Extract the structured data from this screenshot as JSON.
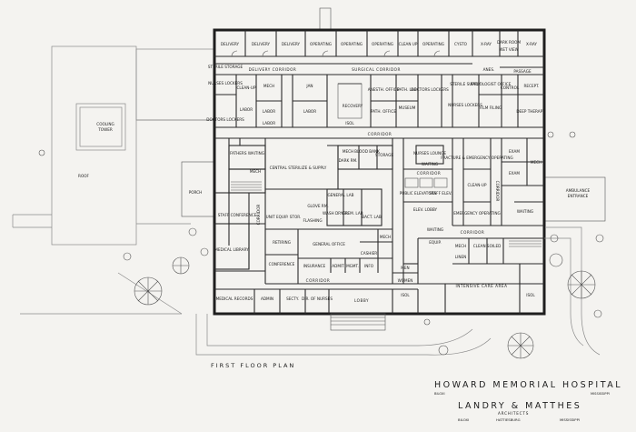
{
  "plan": {
    "subtitle": "FIRST FLOOR PLAN",
    "hospital_name": "HOWARD MEMORIAL HOSPITAL",
    "hospital_location_left": "BILOXI",
    "hospital_location_right": "MISSISSIPPI",
    "architects_name": "LANDRY & MATTHES",
    "architects_label": "ARCHITECTS",
    "architects_loc_1": "BILOXI",
    "architects_loc_2": "HATTIESBURG",
    "architects_loc_3": "MISSISSIPPI",
    "roof_label": "ROOF",
    "cooling_tower": [
      "COOLING",
      "TOWER"
    ],
    "porch_label": "PORCH",
    "ambulance_label": [
      "AMBULANCE",
      "ENTRANCE"
    ]
  },
  "labels": {
    "delivery_1": "DELIVERY",
    "delivery_2": "DELIVERY",
    "delivery_3": "DELIVERY",
    "operating_1": "OPERATING",
    "operating_2": "OPERATING",
    "operating_3": "OPERATING",
    "operating_4": "OPERATING",
    "clean_up": "CLEAN UP",
    "cysto": "CYSTO",
    "xray_1": "X-RAY",
    "xray_2": "X-RAY",
    "dark_room": "DARK ROOM",
    "wet_view": "WET VIEW",
    "sterile_storage": "STERILE STORAGE",
    "delivery_corridor": "DELIVERY CORRIDOR",
    "surgical_corridor": "SURGICAL CORRIDOR",
    "passage": "PASSAGE",
    "nurses_lockers": "NURSES LOCKERS",
    "anes_lab": "ANES.",
    "clean_up_2": "CLEAN-UP",
    "labor_1": "LABOR",
    "labor_2": "LABOR",
    "labor_3": "LABOR",
    "labor_4": "LABOR",
    "mech_1": "MECH",
    "janitor": "JAN",
    "recovery": "RECOVERY",
    "isol_1": "ISOL",
    "anesth_office": "ANESTH. OFFICE",
    "path_lab": "PATH. LAB",
    "path_office": "PATH. OFFICE",
    "museum": "MUSEUM",
    "doctors_lockers": "DOCTORS LOCKERS",
    "doctors_lockers_2": "DOCTORS LOCKERS",
    "sterile_supply": "STERILE SUPPLY",
    "radiologist_office": "RADIOLOGIST OFFICE",
    "film_filing": "FILM FILING",
    "deep_therapy": "DEEP THERAPY",
    "control": "CONTROL",
    "recept": "RECEPT.",
    "nurses_lockers_2": "NURSES LOCKERS",
    "corridor_1": "CORRIDOR",
    "fathers_waiting": "FATHERS WAITING",
    "mech_2": "MECH",
    "central_sterile_supply": "CENTRAL STERILIZE & SUPPLY",
    "mech_3": "MECH",
    "blood_bank": "BLOOD BANK",
    "dark_room_2": "DARK RM.",
    "storage": "STORAGE",
    "nurses_lounge": "NURSES LOUNGE",
    "waiting_1": "WAITING",
    "fracture_emergency": "FRACTURE & EMERGENCY OPERATING",
    "exam_1": "EXAM",
    "exam_2": "EXAM",
    "mech_4": "MECH",
    "clean_up_3": "CLEAN-UP",
    "public_elevators": "PUBLIC ELEVATORS",
    "staff_elev": "STAFF ELEV.",
    "elev_lobby": "ELEV. LOBBY",
    "emergency_operating": "EMERGENCY OPERATING",
    "waiting_2": "WAITING",
    "corridor_2": "CORRIDOR",
    "corridor_3": "CORRIDOR",
    "staff_conference": "STAFF CONFERENCE",
    "glove_rm": "GLOVE RM.",
    "general_lab": "GENERAL LAB",
    "wash_dryer": "WASH DRYER",
    "chem_lab": "CHEM. LAB",
    "bact_lab": "BACT. LAB",
    "unit_equip_stor": "UNIT EQUIP. STOR.",
    "flashing": "FLASHING",
    "medical_library": "MEDICAL LIBRARY",
    "retiring": "RETIRING",
    "general_office": "GENERAL OFFICE",
    "mech_5": "MECH",
    "cashier": "CASHIER",
    "conference": "CONFERENCE",
    "insurance": "INSURANCE",
    "admit": "ADMIT",
    "mgmt": "MGMT.",
    "info": "INFO",
    "corridor_4": "CORRIDOR",
    "medical_records": "MEDICAL RECORDS",
    "admin": "ADMIN",
    "secty": "SECTY.",
    "dir_nurses": "DIR. OF NURSES",
    "lobby": "LOBBY",
    "men": "MEN",
    "women": "WOMEN",
    "isol_2": "ISOL",
    "isol_3": "ISOL",
    "intensive_care": "INTENSIVE CARE AREA",
    "mech_6": "MECH",
    "clean_soiled": "CLEAN SOILED",
    "linen": "LINEN",
    "mech_7": "MECH",
    "waiting_3": "WAITING",
    "equip": "EQUIP.",
    "corridor_side": "CORRIDOR",
    "corridor_side_2": "CORRIDOR"
  }
}
